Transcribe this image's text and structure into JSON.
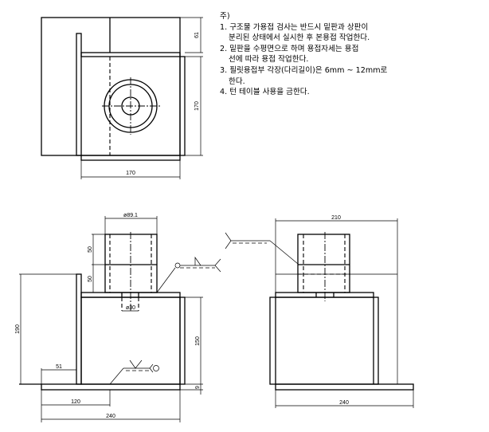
{
  "notes": {
    "title": "주)",
    "items": [
      {
        "line1": "1. 구조물 가용접 검사는 반드시 밑판과 상판이",
        "line2": "분리된 상태에서 실시한 후 본용접 작업한다."
      },
      {
        "line1": "2. 밑판을 수평면으로 하며 용접자세는 용접",
        "line2": "선에 따라 용접 작업한다."
      },
      {
        "line1": "3. 필릿용접부 각장(다리길이)은 6mm ~ 12mm로",
        "line2": "한다."
      },
      {
        "line1": "4. 턴 테이블 사용을 금한다.",
        "line2": ""
      }
    ]
  },
  "top_view": {
    "dim_61": "61",
    "dim_170_v": "170",
    "dim_170_h": "170"
  },
  "front_view": {
    "dim_pipe_dia": "ø89.1",
    "dim_50a": "50",
    "dim_50b": "50",
    "dim_hole": "ø30",
    "dim_190": "190",
    "dim_150": "150",
    "dim_9": "9",
    "dim_51": "51",
    "dim_120": "120",
    "dim_240": "240"
  },
  "side_view": {
    "dim_210": "210",
    "dim_240": "240"
  }
}
